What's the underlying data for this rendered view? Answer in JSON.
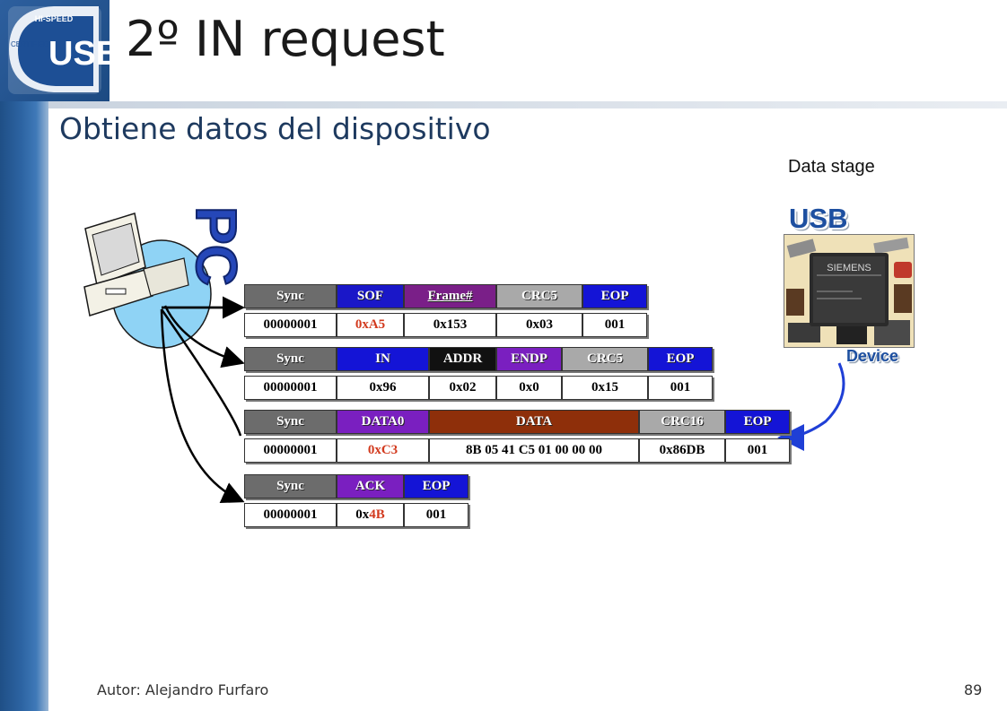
{
  "title": "2º IN request",
  "subtitle": "Obtiene datos del dispositivo",
  "stage_label": "Data stage",
  "usb_label": "USB",
  "device_label": "Device",
  "pc_label": "PC",
  "device_chip_text": "SIEMENS",
  "logo": {
    "top": "HI-SPEED",
    "left": "CERTIFIED",
    "main": "USB"
  },
  "footer": {
    "author": "Autor: Alejandro Furfaro",
    "page": "89"
  },
  "colors": {
    "sync": "#6c6c6c",
    "sof": "#1a17c8",
    "frame": "#7a1f88",
    "crc5": "#a9a9a9",
    "eop": "#1414d6",
    "in": "#1414d6",
    "addr": "#111111",
    "endp": "#7a1fc0",
    "data0": "#7a1fc0",
    "data": "#8e2f0a",
    "crc16": "#a9a9a9",
    "ack": "#7a1fc0",
    "arrow": "#1f3fd6"
  },
  "packets": [
    {
      "fields": [
        {
          "header": "Sync",
          "value": "00000001",
          "color": "#6c6c6c"
        },
        {
          "header": "SOF",
          "value": "0xA5",
          "color": "#1a17c8",
          "red": true
        },
        {
          "header": "Frame#",
          "value": "0x153",
          "color": "#7a1f88"
        },
        {
          "header": "CRC5",
          "value": "0x03",
          "color": "#a9a9a9"
        },
        {
          "header": "EOP",
          "value": "001",
          "color": "#1414d6"
        }
      ]
    },
    {
      "fields": [
        {
          "header": "Sync",
          "value": "00000001",
          "color": "#6c6c6c"
        },
        {
          "header": "IN",
          "value": "0x96",
          "color": "#1414d6"
        },
        {
          "header": "ADDR",
          "value": "0x02",
          "color": "#111111"
        },
        {
          "header": "ENDP",
          "value": "0x0",
          "color": "#7a1fc0"
        },
        {
          "header": "CRC5",
          "value": "0x15",
          "color": "#a9a9a9"
        },
        {
          "header": "EOP",
          "value": "001",
          "color": "#1414d6"
        }
      ]
    },
    {
      "fields": [
        {
          "header": "Sync",
          "value": "00000001",
          "color": "#6c6c6c"
        },
        {
          "header": "DATA0",
          "value": "0xC3",
          "color": "#7a1fc0",
          "red": true
        },
        {
          "header": "DATA",
          "value": "8B 05 41 C5 01 00 00 00",
          "color": "#8e2f0a"
        },
        {
          "header": "CRC16",
          "value": "0x86DB",
          "color": "#a9a9a9"
        },
        {
          "header": "EOP",
          "value": "001",
          "color": "#1414d6"
        }
      ]
    },
    {
      "fields": [
        {
          "header": "Sync",
          "value": "00000001",
          "color": "#6c6c6c"
        },
        {
          "header": "ACK",
          "value_prefix": "0x",
          "value_red": "4B",
          "color": "#7a1fc0"
        },
        {
          "header": "EOP",
          "value": "001",
          "color": "#1414d6"
        }
      ]
    }
  ]
}
